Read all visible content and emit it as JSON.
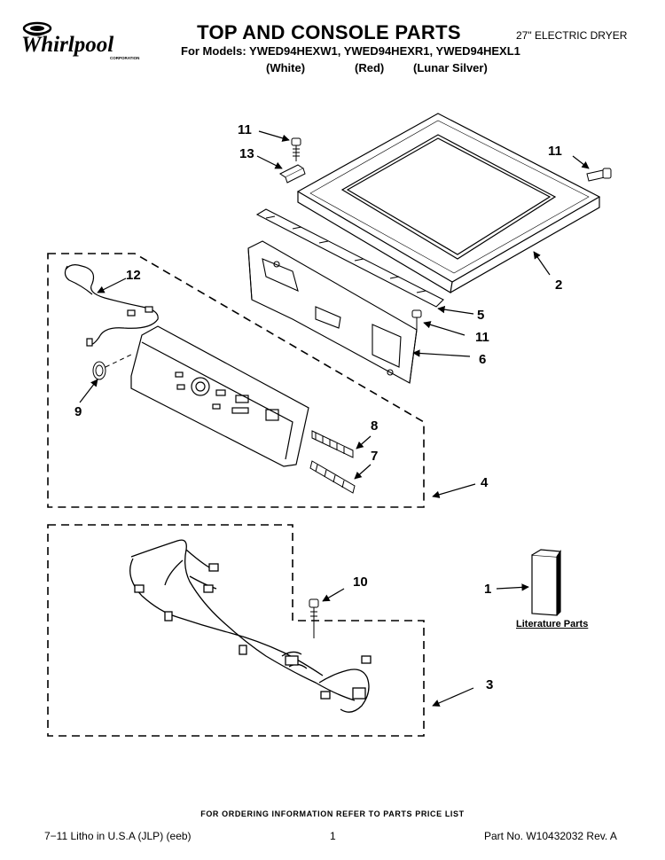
{
  "brand": {
    "name": "Whirlpool",
    "sub": "CORPORATION",
    "logo_icon": "whirlpool-swirl-logo"
  },
  "header": {
    "title": "TOP AND CONSOLE PARTS",
    "doc_type": "27\" ELECTRIC DRYER",
    "models_line": "For Models: YWED94HEXW1, YWED94HEXR1, YWED94HEXL1",
    "colors": [
      "(White)",
      "(Red)",
      "(Lunar Silver)"
    ]
  },
  "diagram": {
    "callouts": {
      "c11a": "11",
      "c13": "13",
      "c11b": "11",
      "c2": "2",
      "c12": "12",
      "c5": "5",
      "c11c": "11",
      "c6": "6",
      "c9": "9",
      "c8": "8",
      "c7": "7",
      "c4": "4",
      "c10": "10",
      "c1": "1",
      "c3": "3"
    },
    "literature_label": "Literature Parts"
  },
  "footer": {
    "ordering_note": "FOR ORDERING INFORMATION REFER TO PARTS PRICE LIST",
    "litho": "7−11 Litho in U.S.A (JLP) (eeb)",
    "page": "1",
    "part_no": "Part No. W10432032 Rev. A"
  }
}
